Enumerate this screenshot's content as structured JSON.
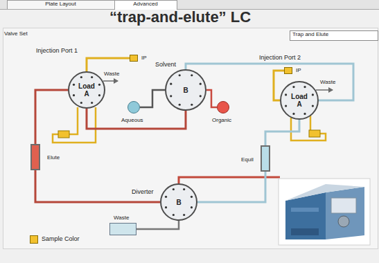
{
  "diagram": {
    "title": "“trap-and-elute” LC",
    "nodes": [
      {
        "text": [
          "Injection Port 1",
          "Load A"
        ]
      },
      {
        "text": [
          "IP"
        ]
      },
      {
        "text": [
          "Solvent",
          "B"
        ]
      },
      {
        "text": [
          "Aqueous"
        ]
      },
      {
        "text": [
          "Organic"
        ]
      },
      {
        "text": [
          "Injection Port 2",
          "Load A"
        ]
      },
      {
        "text": [
          "IP"
        ]
      },
      {
        "text": [
          "Elute"
        ]
      },
      {
        "text": [
          "Equil"
        ]
      },
      {
        "text": [
          "Diverter",
          "B"
        ]
      },
      {
        "text": [
          "Waste"
        ]
      }
    ],
    "edges": [
      {
        "from": 1,
        "to": 0,
        "arrow": "none"
      },
      {
        "from": 3,
        "to": 2,
        "arrow": "none"
      },
      {
        "from": 4,
        "to": 2,
        "arrow": "none"
      },
      {
        "from": 2,
        "to": 0,
        "arrow": "none"
      },
      {
        "from": 2,
        "to": 5,
        "arrow": "none"
      },
      {
        "from": 6,
        "to": 5,
        "arrow": "none"
      },
      {
        "from": 0,
        "to": 7,
        "arrow": "none"
      },
      {
        "from": 7,
        "to": 9,
        "arrow": "none"
      },
      {
        "from": 5,
        "to": 8,
        "arrow": "none"
      },
      {
        "from": 8,
        "to": 9,
        "arrow": "none"
      },
      {
        "from": 9,
        "to": 10,
        "arrow": "none"
      }
    ],
    "labels": [
      "Plate Layout",
      "Advanced",
      "Valve Set",
      "Trap and Elute",
      "Waste",
      "Waste"
    ],
    "legend": [
      {
        "text": "Sample Color",
        "color": "#f2c12e"
      }
    ]
  }
}
